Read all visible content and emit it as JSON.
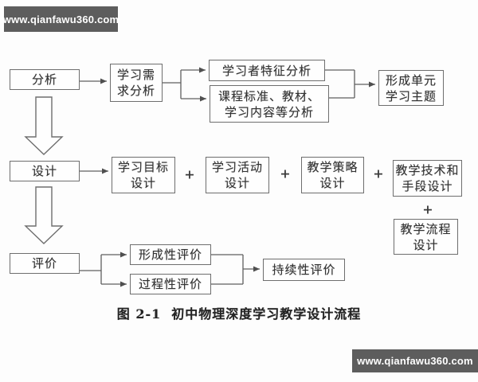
{
  "watermarks": {
    "top": "www.qianfawu360.com",
    "bottom": "www.qianfawu360.com"
  },
  "caption": {
    "label": "图 2-1",
    "title": "初中物理深度学习教学设计流程"
  },
  "plus": "+",
  "boxes": {
    "analysis": {
      "label": "分析"
    },
    "needs": {
      "line1": "学习需",
      "line2": "求分析"
    },
    "learner": {
      "label": "学习者特征分析"
    },
    "curriculum": {
      "line1": "课程标准、教材、",
      "line2": "学习内容等分析"
    },
    "theme": {
      "line1": "形成单元",
      "line2": "学习主题"
    },
    "design": {
      "label": "设计"
    },
    "goal": {
      "line1": "学习目标",
      "line2": "设计"
    },
    "activity": {
      "line1": "学习活动",
      "line2": "设计"
    },
    "strategy": {
      "line1": "教学策略",
      "line2": "设计"
    },
    "tech": {
      "line1": "教学技术和",
      "line2": "手段设计"
    },
    "flow": {
      "line1": "教学流程",
      "line2": "设计"
    },
    "evaluation": {
      "label": "评价"
    },
    "formative": {
      "label": "形成性评价"
    },
    "procedural": {
      "label": "过程性评价"
    },
    "continuous": {
      "label": "持续性评价"
    }
  },
  "colors": {
    "connector_line": "#5f5f5f",
    "box_border": "#6e6e6e",
    "text": "#333333",
    "banner_background": "#5d5d5d",
    "banner_text": "#ffffff"
  }
}
